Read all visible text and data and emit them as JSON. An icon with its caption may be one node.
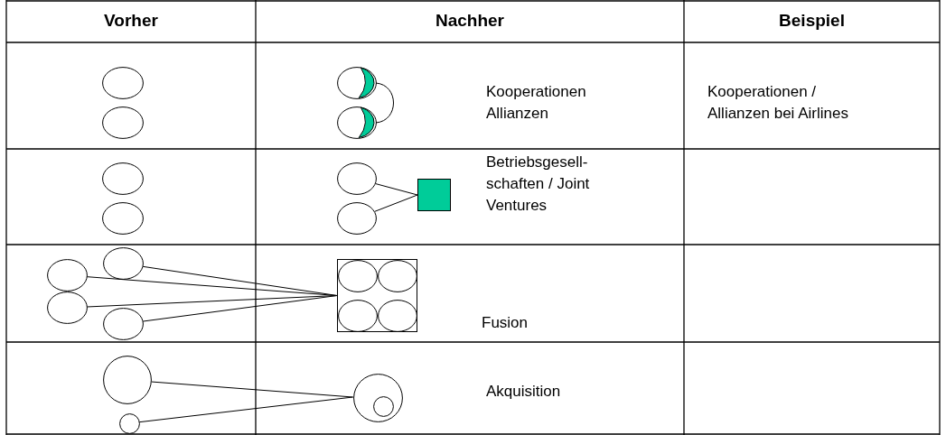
{
  "diagram": {
    "nodes": [
      {
        "text": [],
        "shape": "ellipse"
      },
      {
        "text": [],
        "shape": "ellipse"
      },
      {
        "text": [],
        "shape": "crescent"
      },
      {
        "text": [],
        "shape": "crescent"
      },
      {
        "text": [],
        "shape": "ellipse"
      },
      {
        "text": [],
        "shape": "ellipse"
      },
      {
        "text": [],
        "shape": "ellipse"
      },
      {
        "text": [],
        "shape": "ellipse"
      },
      {
        "text": [],
        "shape": "square"
      },
      {
        "text": [],
        "shape": "ellipse"
      },
      {
        "text": [],
        "shape": "ellipse"
      },
      {
        "text": [],
        "shape": "ellipse"
      },
      {
        "text": [],
        "shape": "ellipse"
      },
      {
        "text": [],
        "shape": "box"
      },
      {
        "text": [],
        "shape": "ellipse",
        "in": 13
      },
      {
        "text": [],
        "shape": "ellipse",
        "in": 13
      },
      {
        "text": [],
        "shape": "ellipse",
        "in": 13
      },
      {
        "text": [],
        "shape": "ellipse",
        "in": 13
      },
      {
        "text": [],
        "shape": "circle"
      },
      {
        "text": [],
        "shape": "circle"
      },
      {
        "text": [],
        "shape": "circle"
      },
      {
        "text": [],
        "shape": "circle",
        "in": 20
      }
    ],
    "edges": [
      {
        "from": 2,
        "to": 3,
        "arrow": "none"
      },
      {
        "from": 6,
        "to": 8,
        "arrow": "none"
      },
      {
        "from": 7,
        "to": 8,
        "arrow": "none"
      },
      {
        "from": 9,
        "to": 13,
        "arrow": "none"
      },
      {
        "from": 10,
        "to": 13,
        "arrow": "none"
      },
      {
        "from": 11,
        "to": 13,
        "arrow": "none"
      },
      {
        "from": 12,
        "to": 13,
        "arrow": "none"
      },
      {
        "from": 18,
        "to": 20,
        "arrow": "none"
      },
      {
        "from": 19,
        "to": 20,
        "arrow": "none"
      }
    ],
    "labels": [
      "Vorher",
      "Nachher",
      "Beispiel",
      "Kooperationen Allianzen",
      "Kooperationen / Allianzen bei Airlines",
      "Betriebsgesell- schaften / Joint Ventures",
      "Fusion",
      "Akquisition"
    ]
  }
}
